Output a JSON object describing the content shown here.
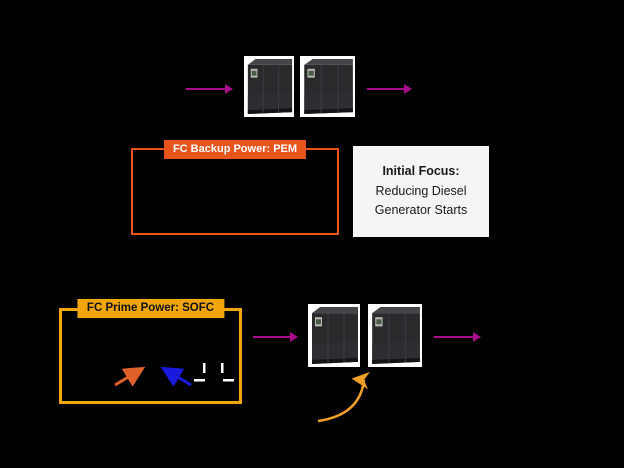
{
  "diagram": {
    "pem_box": {
      "label": "FC Backup Power: PEM"
    },
    "sofc_box": {
      "label": "FC Prime Power: SOFC"
    },
    "focus_box": {
      "title": "Initial Focus:",
      "lines": [
        "Reducing Diesel",
        "Generator Starts"
      ]
    }
  },
  "icons": {
    "server_cabinet": "server-cabinet-image",
    "flow_arrow": "right-arrow-icon",
    "curved_feedback_arrow": "curved-up-arrow-icon",
    "orange_diagonal_arrow": "up-right-arrow-icon",
    "blue_diagonal_arrow": "up-left-arrow-icon"
  },
  "colors": {
    "background": "#000000",
    "flow_arrow": "#A90D8C",
    "pem_orange": "#E8551C",
    "sofc_amber": "#F2A60C",
    "curve_orange": "#F0A028",
    "inner_arrow_orange": "#E0622A",
    "inner_arrow_blue": "#1A1ADF",
    "focus_box_bg": "#F5F5F5",
    "focus_text": "#1A1A1A"
  }
}
